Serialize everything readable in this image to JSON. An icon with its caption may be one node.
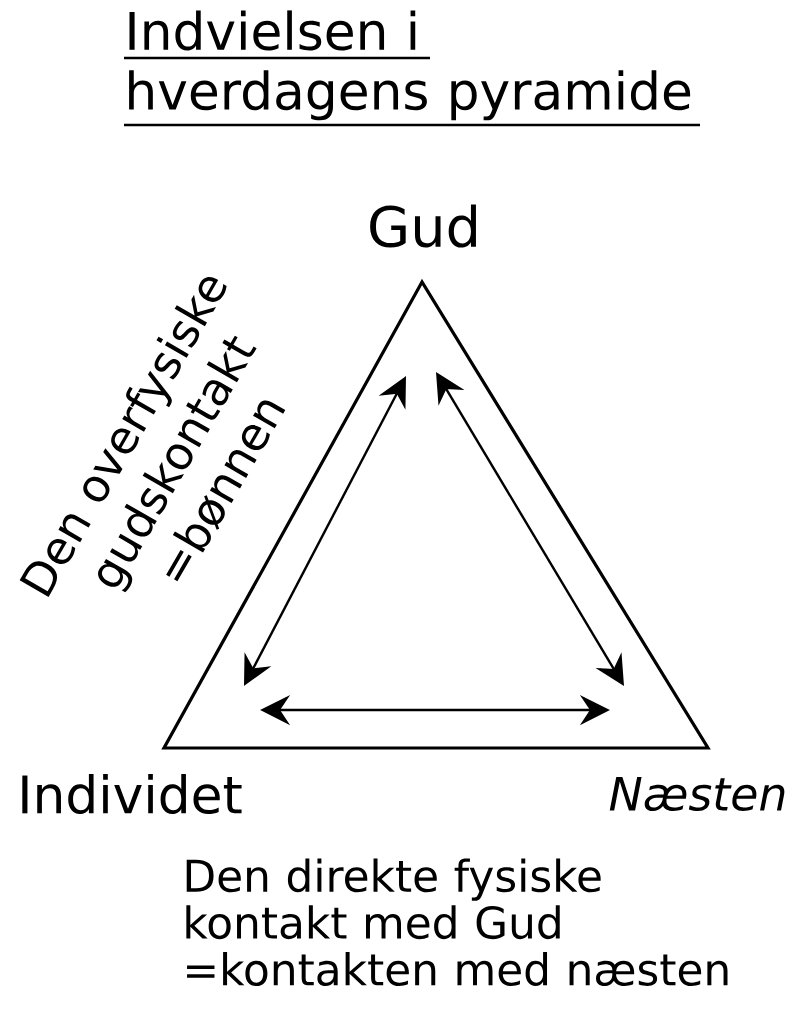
{
  "diagram": {
    "title": "Indvielsen i hverdagens pyramide",
    "nodes": [
      {
        "text": [
          "Gud"
        ]
      },
      {
        "text": [
          "Individet"
        ]
      },
      {
        "text": [
          "Næsten"
        ]
      }
    ],
    "edges": [
      {
        "from": 1,
        "to": 0,
        "arrow": "both"
      },
      {
        "from": 0,
        "to": 2,
        "arrow": "both"
      },
      {
        "from": 1,
        "to": 2,
        "arrow": "both"
      }
    ],
    "labels": [
      "Den overfysiske gudskontakt =bønnen",
      "Den direkte fysiske kontakt med Gud =kontakten med næsten"
    ]
  }
}
